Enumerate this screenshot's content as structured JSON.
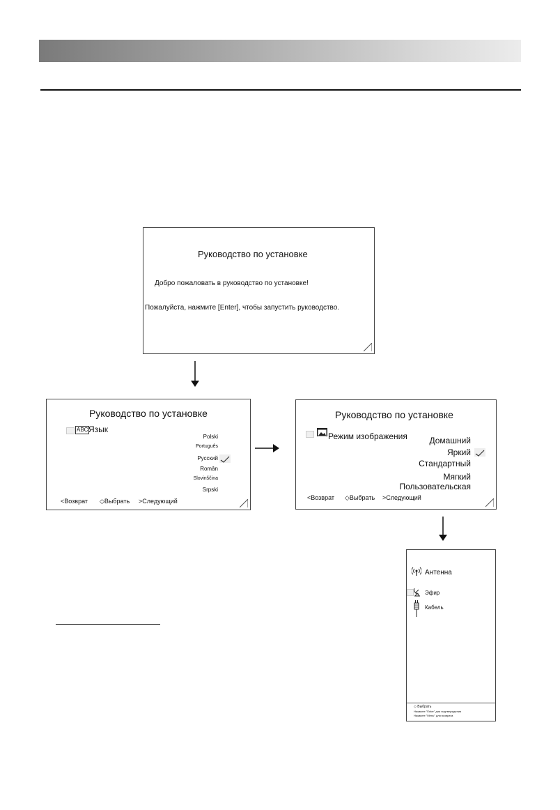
{
  "welcome_screen": {
    "title": "Руководство по установке",
    "welcome": "Добро пожаловать в руководство по установке!",
    "instruction": "Пожалуйста, нажмите [Enter], чтобы запустить руководство."
  },
  "language_screen": {
    "title": "Руководство по установке",
    "icon_label": "ABC",
    "section": "Язык",
    "options": [
      "Polski",
      "Português",
      "Русский",
      "Român",
      "Slovinščina",
      "Srpski"
    ],
    "selected": "Русский",
    "footer": {
      "back": "Возврат",
      "select": "Выбрать",
      "next": "Следующий"
    }
  },
  "picture_screen": {
    "title": "Руководство по установке",
    "section": "Режим изображения",
    "options": [
      "Домашний",
      "Яркий",
      "Стандартный",
      "Мягкий",
      "Пользовательская"
    ],
    "selected": "Яркий",
    "footer": {
      "back": "Возврат",
      "select": "Выбрать",
      "next": "Следующий"
    }
  },
  "antenna_screen": {
    "title": "Антенна",
    "options": [
      "Эфир",
      "Кабель"
    ],
    "hints": [
      "Выбрать",
      "Нажмите \"Enter\" для подтверждения",
      "Нажмите \"Menu\" для возврата"
    ]
  }
}
